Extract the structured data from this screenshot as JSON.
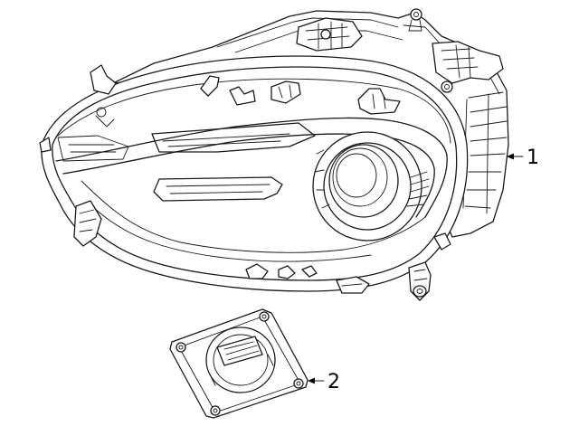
{
  "diagram": {
    "callouts": [
      {
        "number": "1",
        "part": "headlamp-assembly"
      },
      {
        "number": "2",
        "part": "control-module"
      }
    ]
  }
}
